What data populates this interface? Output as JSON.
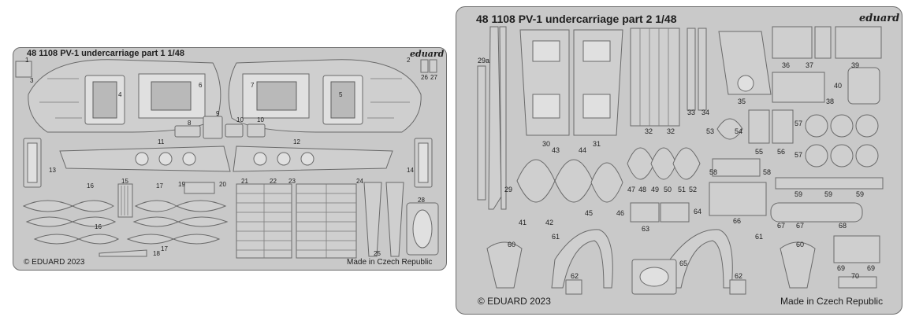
{
  "fret1": {
    "title": "48 1108 PV-1 undercarriage   part 1  1/48",
    "brand": "eduard",
    "copyright": "© EDUARD 2023",
    "origin": "Made in Czech Republic",
    "part_numbers": [
      "1",
      "2",
      "3",
      "4",
      "5",
      "6",
      "7",
      "8",
      "9",
      "10",
      "10",
      "11",
      "12",
      "13",
      "14",
      "15",
      "16",
      "16",
      "17",
      "17",
      "18",
      "19",
      "20",
      "21",
      "22",
      "23",
      "24",
      "25",
      "26",
      "27",
      "28"
    ]
  },
  "fret2": {
    "title": "48 1108 PV-1 undercarriage   part 2  1/48",
    "brand": "eduard",
    "copyright": "© EDUARD 2023",
    "origin": "Made in Czech Republic",
    "part_numbers": [
      "29a",
      "29",
      "30",
      "31",
      "32",
      "32",
      "33",
      "34",
      "35",
      "36",
      "37",
      "38",
      "39",
      "40",
      "41",
      "42",
      "43",
      "44",
      "45",
      "46",
      "47",
      "48",
      "49",
      "50",
      "51",
      "52",
      "53",
      "54",
      "55",
      "56",
      "57",
      "57",
      "58",
      "58",
      "59",
      "59",
      "59",
      "60",
      "60",
      "61",
      "61",
      "62",
      "62",
      "63",
      "64",
      "65",
      "66",
      "67",
      "67",
      "68",
      "69",
      "69",
      "70"
    ]
  },
  "colors": {
    "fret": "#c9c9c9",
    "outline": "#6d6d6d",
    "text": "#1e1e1e"
  }
}
